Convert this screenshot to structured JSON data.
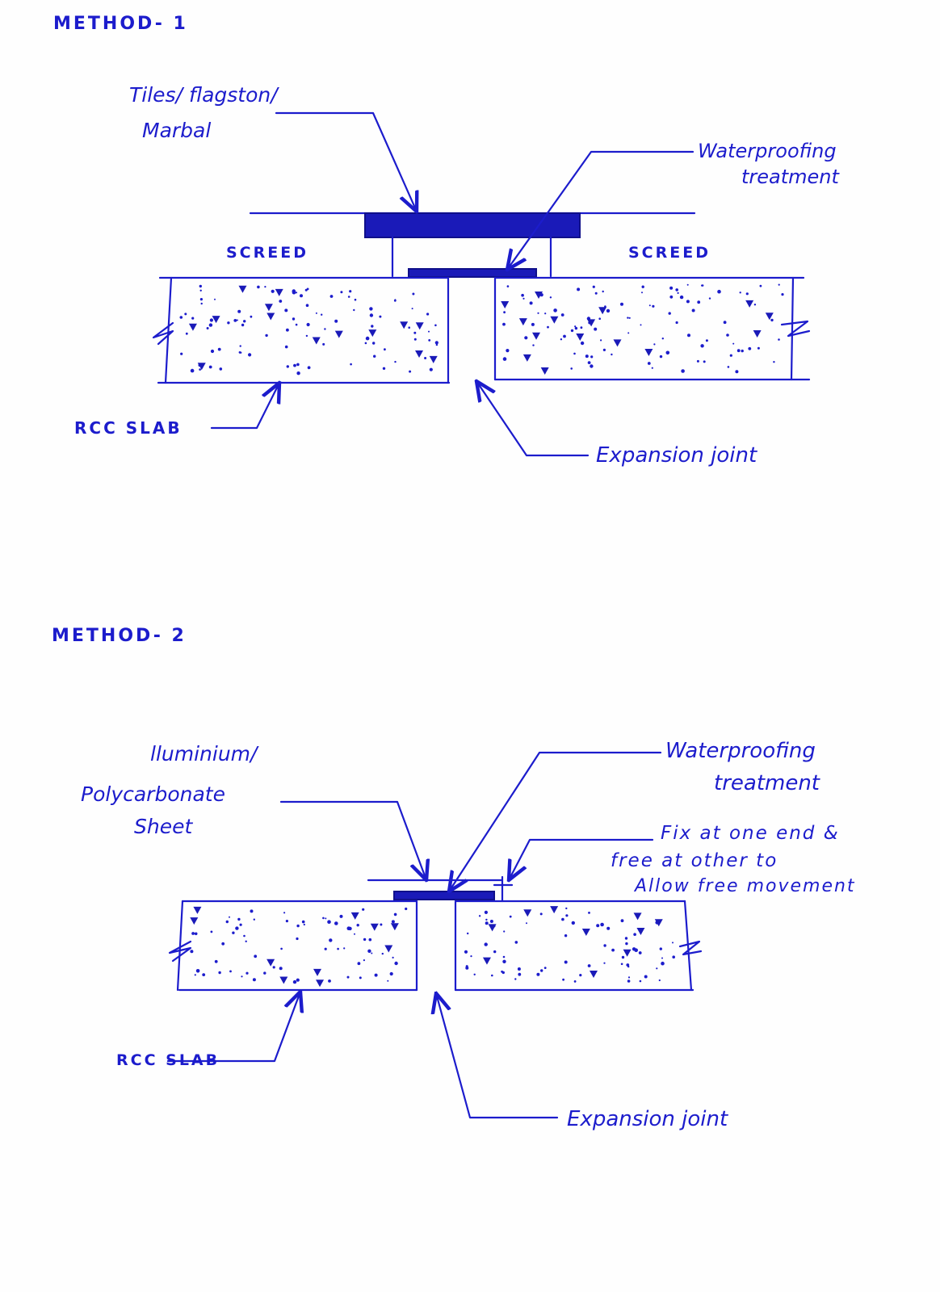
{
  "method1": {
    "heading": "METHOD- 1",
    "tiles_label_line1": "Tiles/ flagston/",
    "tiles_label_line2": "Marbal",
    "waterproofing_line1": "Waterproofing",
    "waterproofing_line2": "treatment",
    "screed_left": "SCREED",
    "screed_right": "SCREED",
    "rcc_slab": "RCC SLAB",
    "expansion_joint": "Expansion joint"
  },
  "method2": {
    "heading": "METHOD- 2",
    "sheet_line1": "lluminium/",
    "sheet_line2": "Polycarbonate",
    "sheet_line3": "Sheet",
    "waterproofing_line1": "Waterproofing",
    "waterproofing_line2": "treatment",
    "fix_line1": "Fix at one end &",
    "fix_line2": "free at other to",
    "fix_line3": "Allow free movement",
    "rcc_slab": "RCC SLAB",
    "expansion_joint": "Expansion joint"
  },
  "colors": {
    "ink": "#1c1ccc",
    "marker": "#1a1ab8",
    "paper": "#fefefe"
  }
}
